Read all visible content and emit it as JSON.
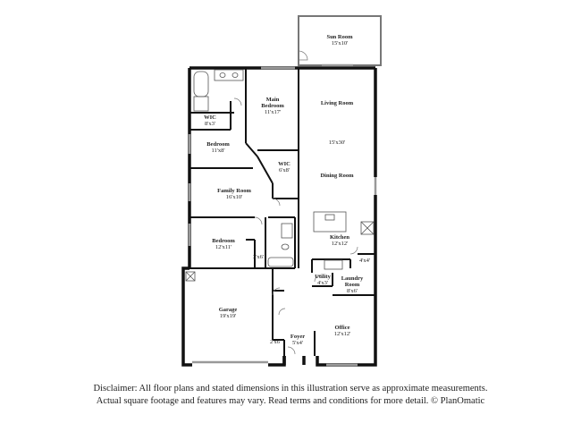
{
  "floorplan": {
    "rooms": [
      {
        "id": "sun-room",
        "name": "Sun Room",
        "dims": "15'x10'"
      },
      {
        "id": "main-bedroom",
        "name": "Main Bedroom",
        "dims": "11'x17'"
      },
      {
        "id": "wic-1",
        "name": "WIC",
        "dims": "8'x3'"
      },
      {
        "id": "bedroom-1",
        "name": "Bedroom",
        "dims": "11'x8'"
      },
      {
        "id": "wic-2",
        "name": "WIC",
        "dims": "6'x8'"
      },
      {
        "id": "living-room",
        "name": "Living Room",
        "dims": ""
      },
      {
        "id": "living-dining-dim",
        "name": "",
        "dims": "15'x30'"
      },
      {
        "id": "dining-room",
        "name": "Dining Room",
        "dims": ""
      },
      {
        "id": "family-room",
        "name": "Family Room",
        "dims": "16'x10'"
      },
      {
        "id": "bedroom-2",
        "name": "Bedroom",
        "dims": "12'x11'"
      },
      {
        "id": "closet-1",
        "name": "",
        "dims": "3'x6'"
      },
      {
        "id": "kitchen",
        "name": "Kitchen",
        "dims": "12'x12'"
      },
      {
        "id": "pantry",
        "name": "",
        "dims": "4'x4'"
      },
      {
        "id": "utility",
        "name": "Utility",
        "dims": "4'x3'"
      },
      {
        "id": "laundry-room",
        "name": "Laundry Room",
        "dims": "8'x6'"
      },
      {
        "id": "garage",
        "name": "Garage",
        "dims": "19'x19'"
      },
      {
        "id": "closet-2",
        "name": "",
        "dims": "2'x6'"
      },
      {
        "id": "foyer",
        "name": "Foyer",
        "dims": "5'x4'"
      },
      {
        "id": "office",
        "name": "Office",
        "dims": "12'x12'"
      }
    ]
  },
  "disclaimer": {
    "line1": "Disclaimer: All floor plans and stated dimensions in this illustration serve as approximate measurements.",
    "line2": "Actual square footage and features may vary. Read terms and conditions for more detail. © PlanOmatic"
  }
}
